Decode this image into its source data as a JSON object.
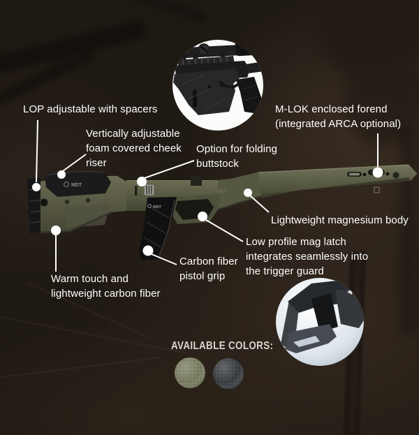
{
  "brand": {
    "logo_text": "MDT"
  },
  "callouts": {
    "lop": {
      "lines": [
        "LOP adjustable with spacers"
      ]
    },
    "cheek_riser": {
      "lines": [
        "Vertically adjustable",
        "foam covered cheek",
        "riser"
      ]
    },
    "folding_buttstock": {
      "lines": [
        "Option for folding",
        "buttstock"
      ]
    },
    "mlok_forend": {
      "lines": [
        "M-LOK enclosed forend",
        "(integrated ARCA optional)"
      ]
    },
    "magnesium_body": {
      "lines": [
        "Lightweight magnesium body"
      ]
    },
    "mag_latch": {
      "lines": [
        "Low profile mag latch",
        "integrates seamlessly into",
        "the trigger guard"
      ]
    },
    "pistol_grip": {
      "lines": [
        "Carbon fiber",
        "pistol grip"
      ]
    },
    "carbon_fiber_stock": {
      "lines": [
        "Warm touch and",
        "lightweight carbon fiber"
      ]
    }
  },
  "available_colors": {
    "label": "AVAILABLE COLORS:",
    "swatches": [
      {
        "name": "olive-drab-green",
        "color": "#797c5f"
      },
      {
        "name": "black",
        "color": "#383c40"
      }
    ]
  },
  "colors": {
    "background": "#1f1913",
    "chassis_olive": "#5c5e47",
    "chassis_black": "#1b1b1b",
    "callout_text": "#ffffff"
  }
}
